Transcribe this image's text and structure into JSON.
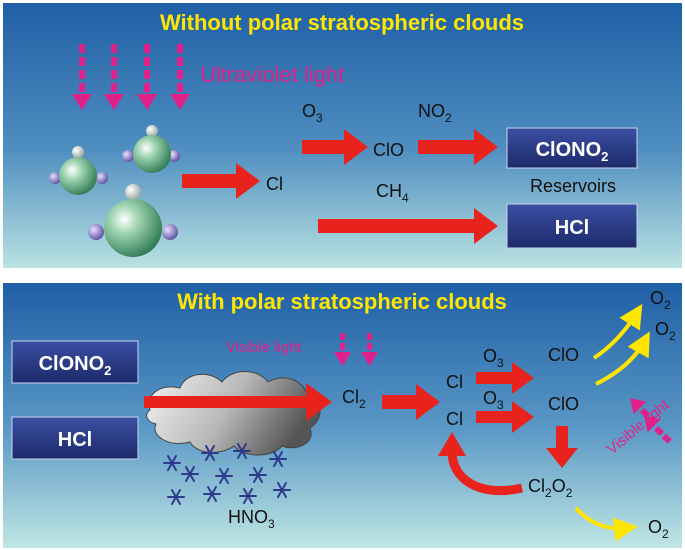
{
  "panel_top": {
    "title": "Without polar stratospheric clouds",
    "uv_label": "Ultraviolet light",
    "o3": {
      "base": "O",
      "sub": "3"
    },
    "clo": "ClO",
    "no2": {
      "base": "NO",
      "sub": "2"
    },
    "cl": "Cl",
    "ch4": {
      "base": "CH",
      "sub": "4"
    },
    "reservoirs": "Reservoirs",
    "clono2": {
      "base": "ClONO",
      "sub": "2"
    },
    "hcl": "HCl"
  },
  "panel_bottom": {
    "title": "With polar stratospheric clouds",
    "clono2": {
      "base": "ClONO",
      "sub": "2"
    },
    "hcl": "HCl",
    "visible_light": "Visible light",
    "cl2": {
      "base": "Cl",
      "sub": "2"
    },
    "cl_a": "Cl",
    "cl_b": "Cl",
    "o3_a": {
      "base": "O",
      "sub": "3"
    },
    "o3_b": {
      "base": "O",
      "sub": "3"
    },
    "clo_a": "ClO",
    "clo_b": "ClO",
    "o2_a": {
      "base": "O",
      "sub": "2"
    },
    "o2_b": {
      "base": "O",
      "sub": "2"
    },
    "o2_c": {
      "base": "O",
      "sub": "2"
    },
    "visible_light_rot": "Visible light",
    "cl2o2": {
      "base1": "Cl",
      "sub1": "2",
      "base2": "O",
      "sub2": "2"
    },
    "hno3": {
      "base": "HNO",
      "sub": "3"
    }
  },
  "colors": {
    "panel_top": "#2a6aa8",
    "panel_bottom": "#a9dbe0",
    "arrow_red": "#e8231e",
    "arrow_yellow": "#ffe600",
    "light_magenta": "#e0218a",
    "box_blue": "#2c3e8c",
    "title_yellow": "#ffe600",
    "snowflake": "#2e3a8c"
  }
}
